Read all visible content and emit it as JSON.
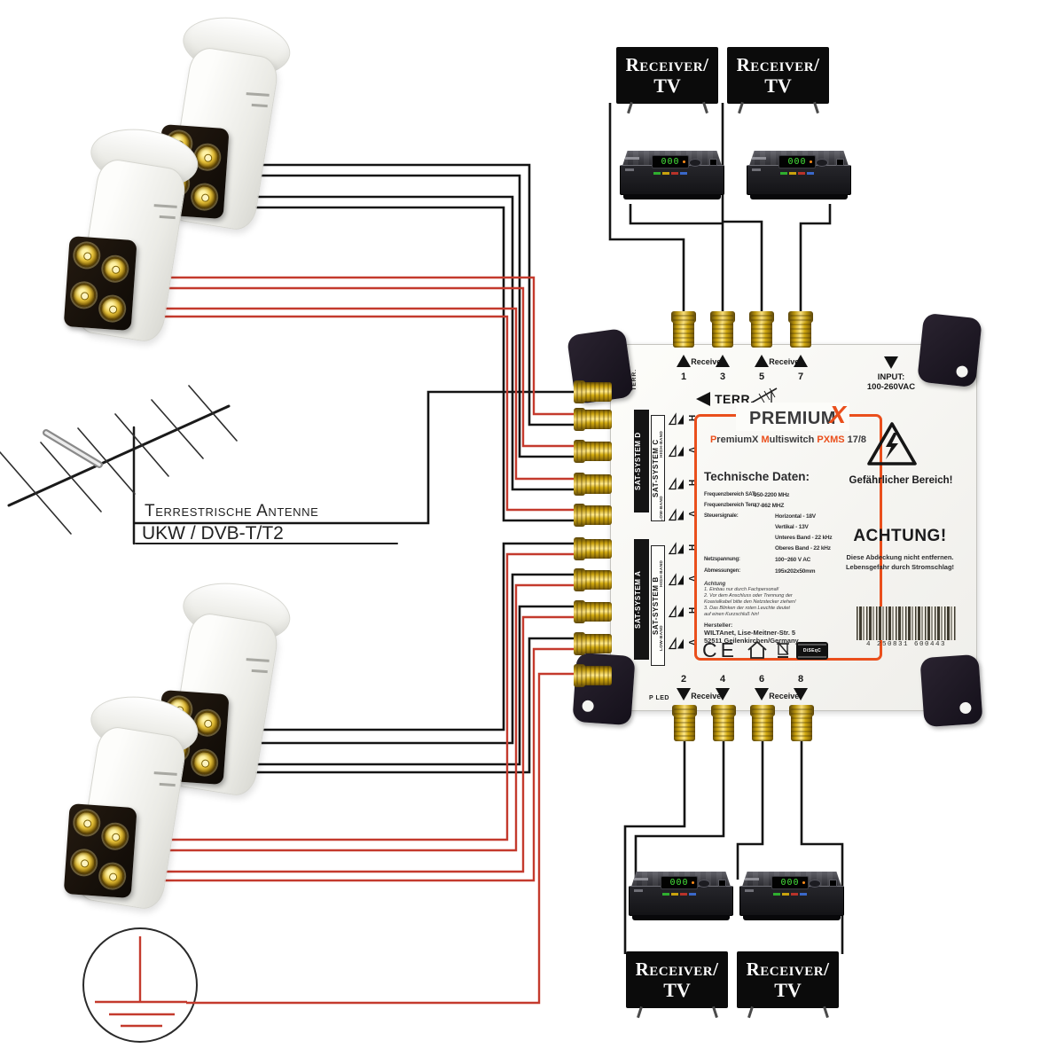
{
  "colors": {
    "accent": "#ea4f1c",
    "wire_black": "#141414",
    "wire_red": "#c43a2d",
    "gold": "#d9ab18",
    "brand_dark": "#3b3b3d"
  },
  "antenna": {
    "title": "Terrestrische Antenne",
    "subtitle": "UKW / DVB-T/T2"
  },
  "tv": {
    "line1": "Receiver/",
    "line2": "TV"
  },
  "receiver": {
    "display": "000"
  },
  "multiswitch": {
    "side_terr": "TERR.",
    "receiver_label": "Receiver",
    "top_ports": [
      "1",
      "3",
      "5",
      "7"
    ],
    "bottom_ports": [
      "2",
      "4",
      "6",
      "8"
    ],
    "input_label": "INPUT:",
    "input_voltage": "100-260VAC",
    "terr_label": "TERR.",
    "pled": "P LED",
    "sat": {
      "upper_primary": "SAT-SYSTEM D",
      "upper_secondary": "SAT-SYSTEM C",
      "lower_primary": "SAT-SYSTEM A",
      "lower_secondary": "SAT-SYSTEM B",
      "rows": [
        "H",
        "V",
        "H",
        "V"
      ],
      "band_high": "HIGH-BAND",
      "band_low": "LOW-BAND"
    },
    "brand": {
      "main": "PREMIUM",
      "x": "X",
      "sub1": "P",
      "sub2": "remiumX ",
      "sub3": "M",
      "sub4": "ultiswitch ",
      "sub5": "PXMS ",
      "sub6": "17/8"
    },
    "tech": {
      "title": "Technische Daten:",
      "rows": [
        {
          "l": "Frequenzbereich SAT:",
          "v": "950-2200 MHz"
        },
        {
          "l": "Frequenzbereich Terr:",
          "v": "47-862 MHZ"
        },
        {
          "l": "Steuersignale:",
          "v": "Horizontal - 18V"
        },
        {
          "l": "",
          "v": "Vertikal - 13V"
        },
        {
          "l": "",
          "v": "Unteres Band - 22 kHz"
        },
        {
          "l": "",
          "v": "Oberes Band - 22 kHz"
        },
        {
          "l": "Netzspannung:",
          "v": "100~260 V AC"
        },
        {
          "l": "Abmessungen:",
          "v": "195x202x50mm"
        }
      ]
    },
    "notice": {
      "title": "Achtung",
      "lines": [
        "1. Einbau nur durch Fachpersonal!",
        "2. Vor dem Anschluss oder Trennung der",
        "Koaxialkabel bitte den Netzstecker ziehen!",
        "3. Das Blinken der roten Leuchte deutet",
        "auf einen Kurzschluß hin!"
      ]
    },
    "manufacturer": {
      "title": "Hersteller:",
      "line1": "WILTAnet, Lise-Meitner-Str. 5",
      "line2": "52511 Geilenkirchen/Germany"
    },
    "ce": "CE",
    "diseqc": "DiSEqC",
    "warning": {
      "danger": "Gefährlicher Bereich!",
      "headline": "ACHTUNG!",
      "line1": "Diese Abdeckung nicht entfernen.",
      "line2": "Lebensgefahr durch Stromschlag!"
    },
    "barcode_number": "4 250831 600443"
  }
}
